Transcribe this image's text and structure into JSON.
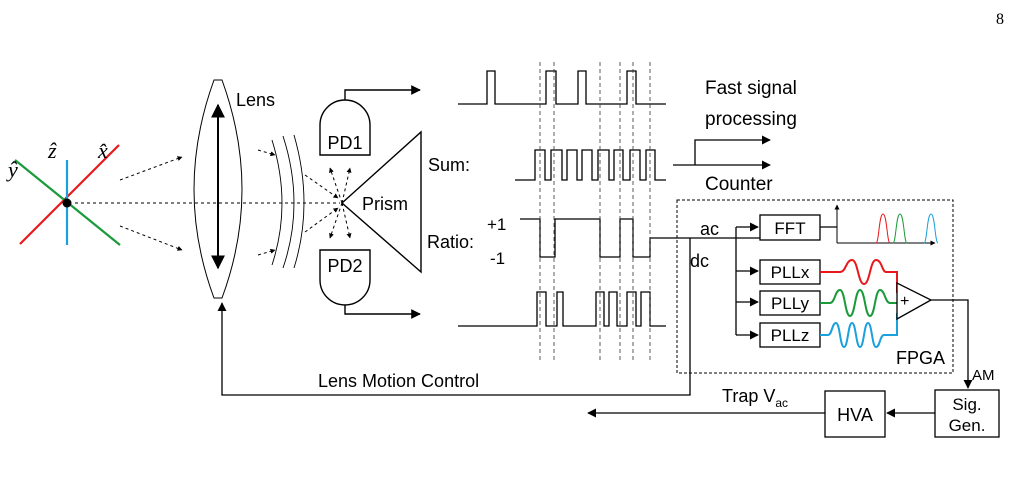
{
  "page_number": "8",
  "axes": {
    "y_label": "ŷ",
    "z_label": "ẑ",
    "x_label": "x̂",
    "colors": {
      "x": "#e8191c",
      "y": "#1a9a3a",
      "z": "#1aa0dc"
    }
  },
  "optics": {
    "lens": "Lens",
    "pd1": "PD1",
    "pd2": "PD2",
    "prism": "Prism"
  },
  "signals": {
    "sum": "Sum:",
    "ratio": "Ratio:",
    "plus_one": "+1",
    "minus_one": "-1",
    "fast_line1": "Fast signal",
    "fast_line2": "processing",
    "counter": "Counter"
  },
  "fpga": {
    "label": "FPGA",
    "ac": "ac",
    "dc": "dc",
    "fft": "FFT",
    "pllx": "PLLx",
    "plly": "PLLy",
    "pllz": "PLLz",
    "sum_symbol": "+"
  },
  "control": {
    "lens_motion": "Lens Motion Control",
    "am": "AM",
    "trap_v": "Trap V",
    "trap_sub": "ac",
    "hva": "HVA",
    "sig_gen_1": "Sig.",
    "sig_gen_2": "Gen."
  }
}
